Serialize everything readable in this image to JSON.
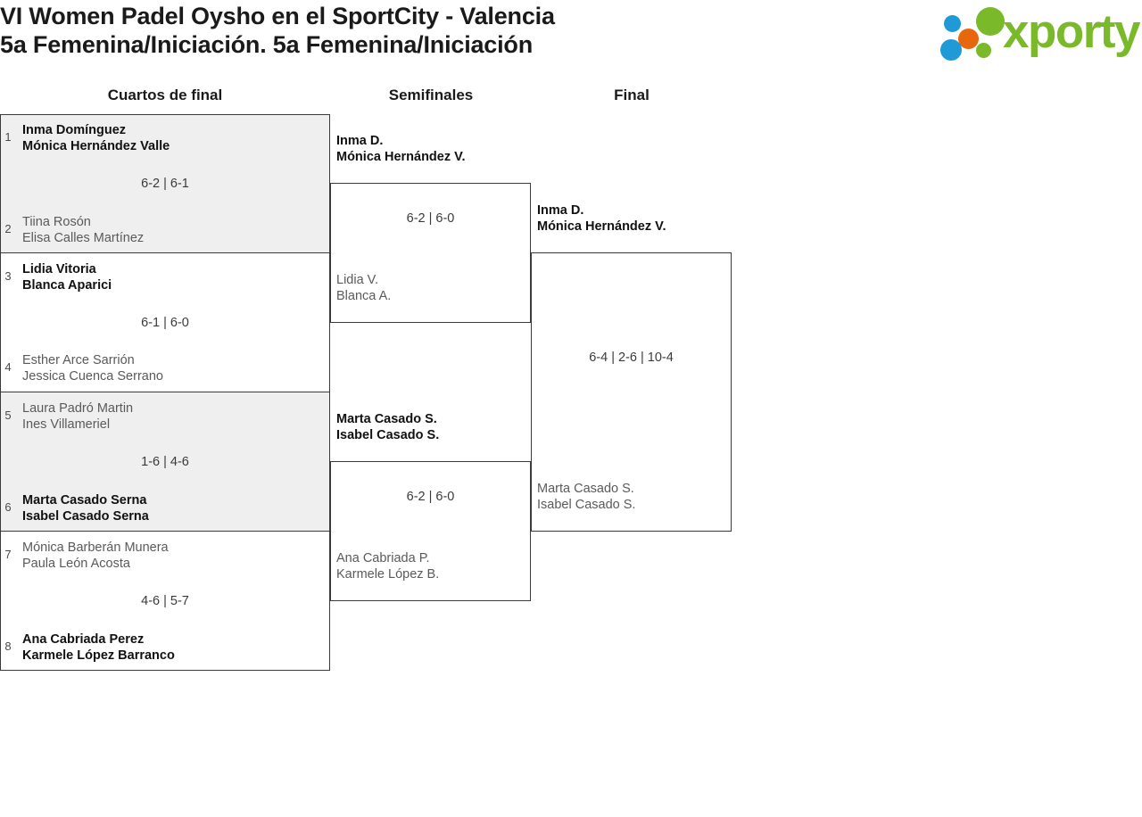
{
  "header": {
    "title_line1": "VI Women Padel Oysho en el SportCity - Valencia",
    "title_line2": "5a Femenina/Iniciación. 5a Femenina/Iniciación",
    "logo_text": "xporty",
    "logo_colors": {
      "green": "#7ab929",
      "blue": "#1f9ad6",
      "orange": "#e8670c"
    }
  },
  "rounds": [
    {
      "label": "Cuartos de final"
    },
    {
      "label": "Semifinales"
    },
    {
      "label": "Final"
    }
  ],
  "quarterfinals": [
    {
      "score": "6-2 | 6-1",
      "top": {
        "seed": "1",
        "line1": "Inma Domínguez",
        "line2": "Mónica Hernández Valle",
        "winner": true
      },
      "bottom": {
        "seed": "2",
        "line1": "Tiina Rosón",
        "line2": "Elisa Calles Martínez",
        "winner": false
      }
    },
    {
      "score": "6-1 | 6-0",
      "top": {
        "seed": "3",
        "line1": "Lidia Vitoria",
        "line2": "Blanca Aparici",
        "winner": true
      },
      "bottom": {
        "seed": "4",
        "line1": "Esther Arce Sarrión",
        "line2": "Jessica Cuenca Serrano",
        "winner": false
      }
    },
    {
      "score": "1-6 | 4-6",
      "top": {
        "seed": "5",
        "line1": "Laura Padró Martin",
        "line2": "Ines Villameriel",
        "winner": false
      },
      "bottom": {
        "seed": "6",
        "line1": "Marta Casado Serna",
        "line2": "Isabel Casado Serna",
        "winner": true
      }
    },
    {
      "score": "4-6 | 5-7",
      "top": {
        "seed": "7",
        "line1": "Mónica Barberán Munera",
        "line2": "Paula León Acosta",
        "winner": false
      },
      "bottom": {
        "seed": "8",
        "line1": "Ana Cabriada Perez",
        "line2": "Karmele López Barranco",
        "winner": true
      }
    }
  ],
  "semifinals": [
    {
      "score": "6-2 | 6-0",
      "top": {
        "line1": "Inma D.",
        "line2": "Mónica Hernández V.",
        "winner": true
      },
      "bottom": {
        "line1": "Lidia V.",
        "line2": "Blanca A.",
        "winner": false
      }
    },
    {
      "score": "6-2 | 6-0",
      "top": {
        "line1": "Marta Casado S.",
        "line2": "Isabel Casado S.",
        "winner": true
      },
      "bottom": {
        "line1": "Ana Cabriada P.",
        "line2": "Karmele López B.",
        "winner": false
      }
    }
  ],
  "final": {
    "score": "6-4 | 2-6 | 10-4",
    "top": {
      "line1": "Inma D.",
      "line2": "Mónica Hernández V.",
      "winner": true
    },
    "bottom": {
      "line1": "Marta Casado S.",
      "line2": "Isabel Casado S.",
      "winner": false
    }
  }
}
